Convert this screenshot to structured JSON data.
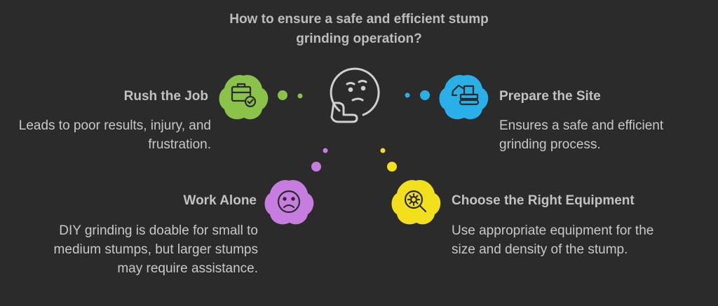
{
  "title": "How to ensure a safe and efficient stump grinding operation?",
  "options": {
    "rush": {
      "heading": "Rush the Job",
      "description": "Leads to poor results, injury, and frustration.",
      "icon": "briefcase-check-icon",
      "color": "#8bc34a"
    },
    "prepare": {
      "heading": "Prepare the Site",
      "description": "Ensures a safe and efficient grinding process.",
      "icon": "excavator-icon",
      "color": "#2ab0e8"
    },
    "alone": {
      "heading": "Work Alone",
      "description": "DIY grinding is doable for small to medium stumps, but larger stumps may require assistance.",
      "icon": "sad-face-icon",
      "color": "#c77ddf"
    },
    "equipment": {
      "heading": "Choose the Right Equipment",
      "description": "Use appropriate equipment for the size and density of the stump.",
      "icon": "gear-search-icon",
      "color": "#f2e01c"
    }
  },
  "center_icon": "thinking-face-icon"
}
